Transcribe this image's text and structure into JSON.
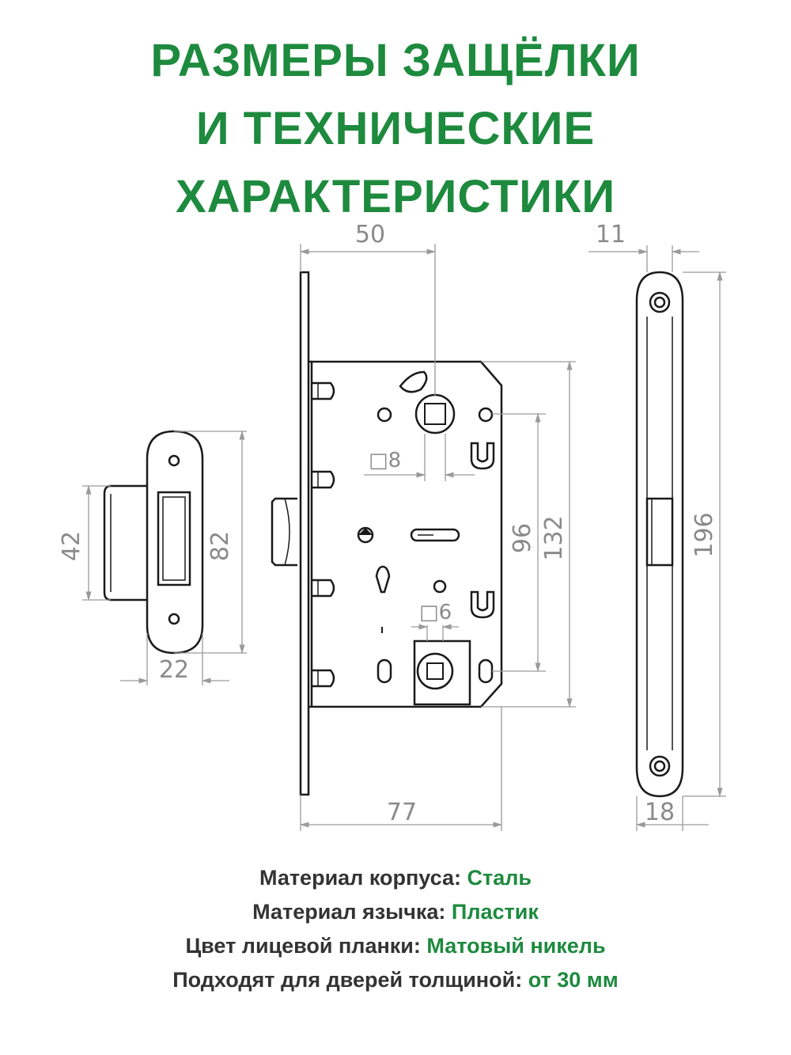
{
  "title": {
    "line1": "РАЗМЕРЫ ЗАЩЁЛКИ",
    "line2": "И ТЕХНИЧЕСКИЕ",
    "line3": "ХАРАКТЕРИСТИКИ"
  },
  "dimensions": {
    "d50": "50",
    "d11": "11",
    "d8": "8",
    "d6": "6",
    "d96": "96",
    "d132": "132",
    "d196": "196",
    "d77": "77",
    "d18": "18",
    "d42": "42",
    "d82": "82",
    "d22": "22"
  },
  "specs": [
    {
      "label": "Материал корпуса:",
      "value": "Сталь"
    },
    {
      "label": "Материал язычка:",
      "value": "Пластик"
    },
    {
      "label": "Цвет лицевой планки:",
      "value": "Матовый никель"
    },
    {
      "label": "Подходят для дверей толщиной:",
      "value": "от 30 мм"
    }
  ],
  "colors": {
    "accent_green": "#1d8a3e",
    "dimension_gray": "#8a8a8a",
    "line_dark": "#1a1a1a"
  }
}
